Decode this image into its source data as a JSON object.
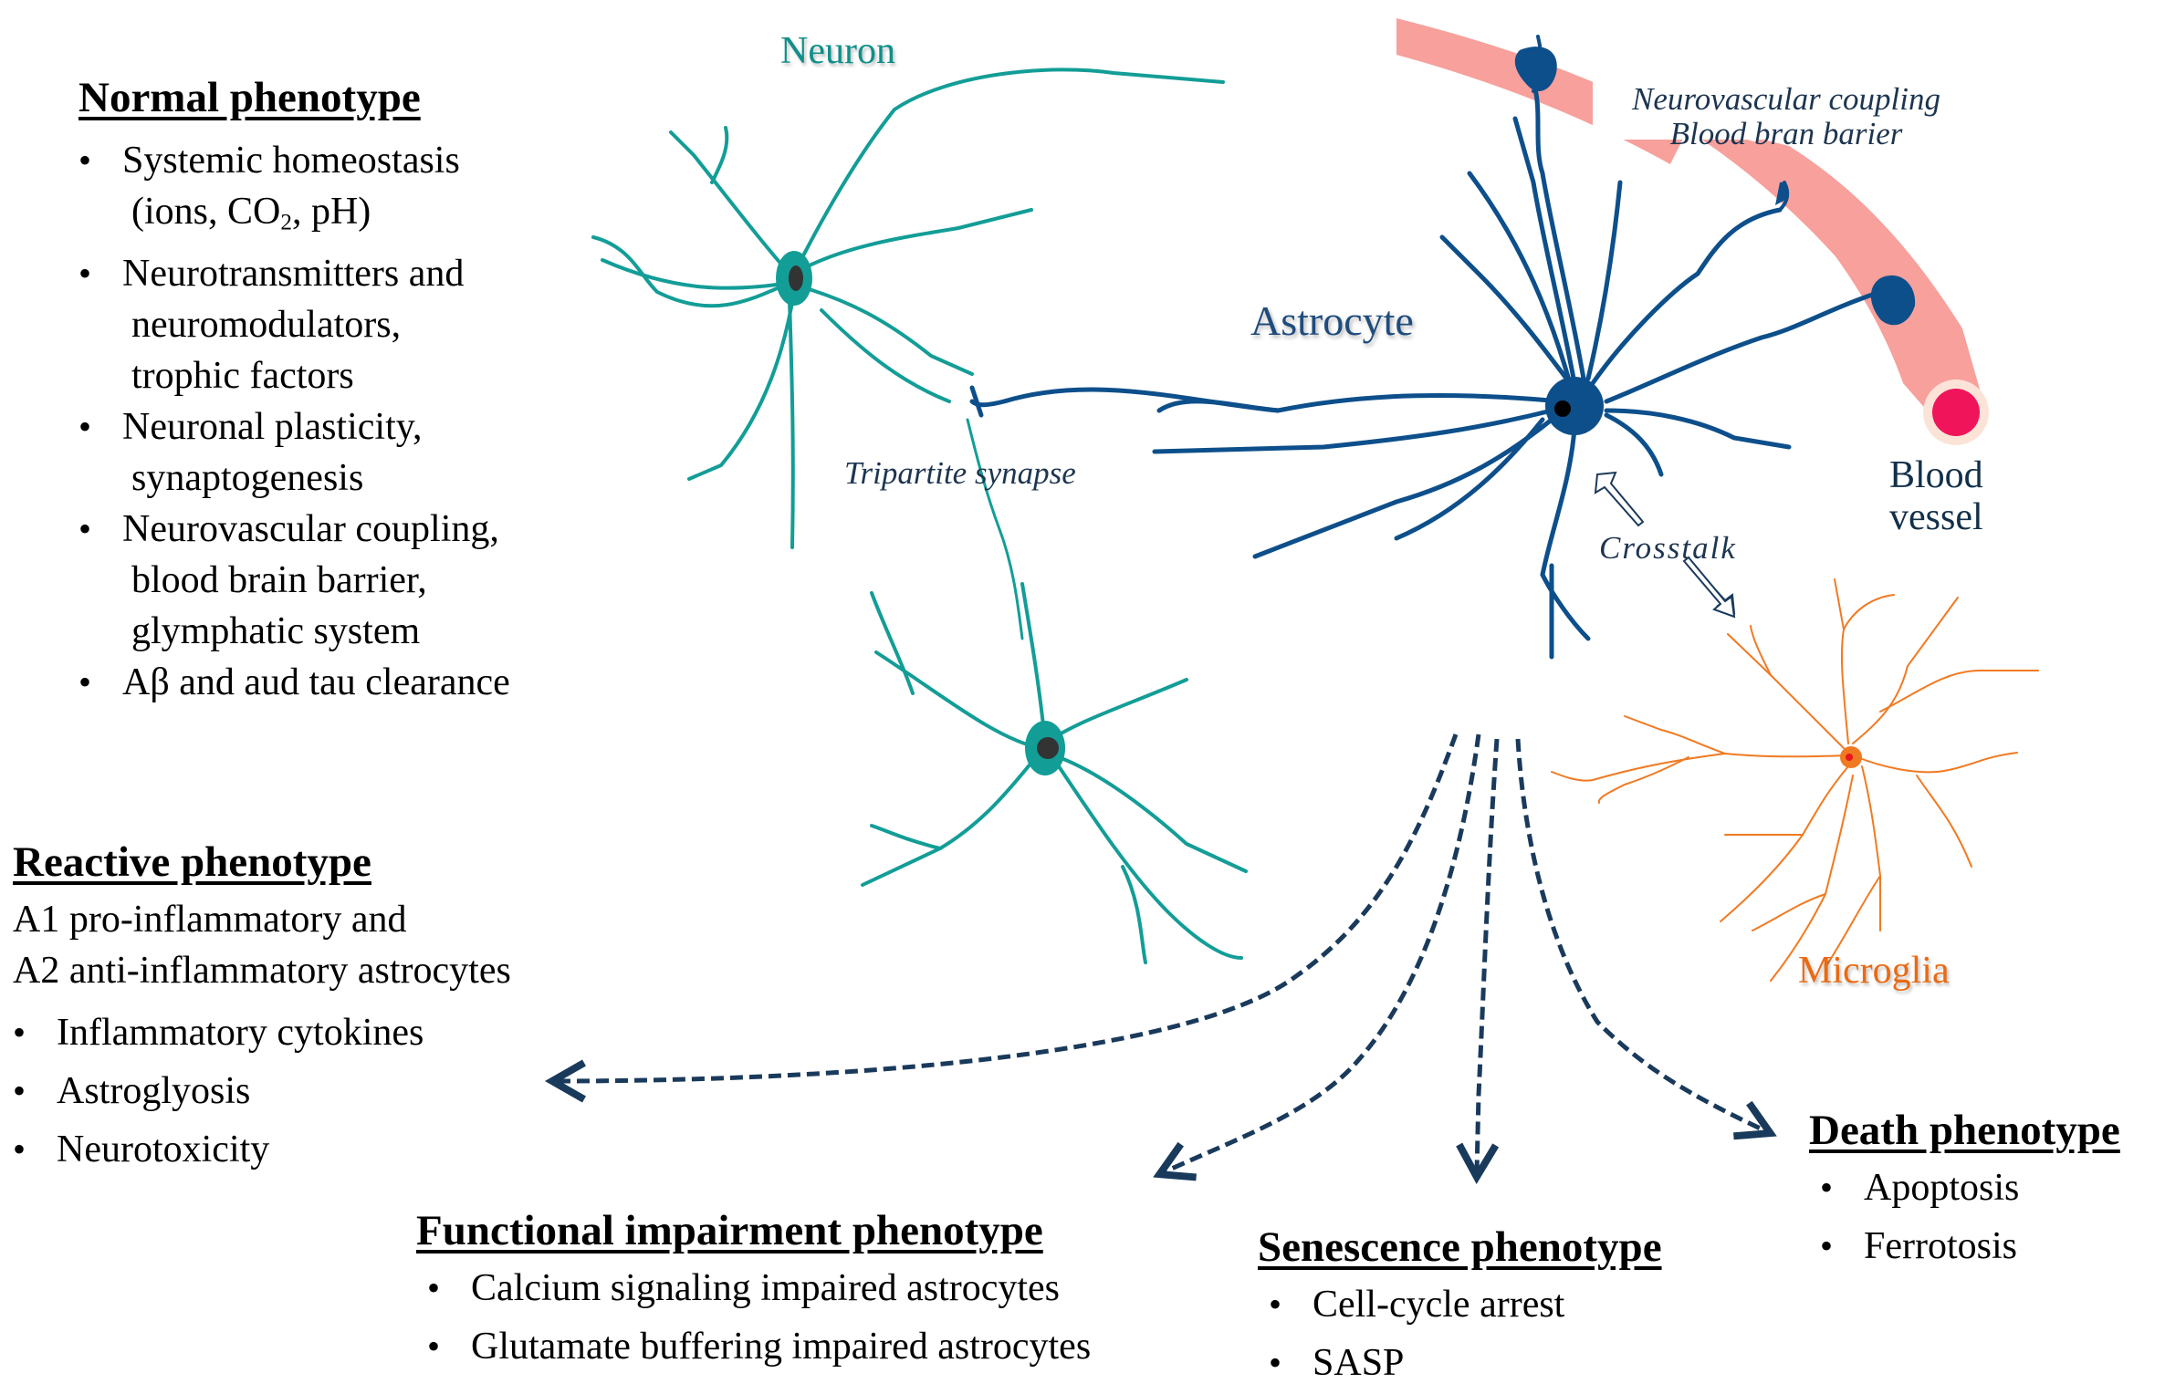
{
  "labels": {
    "neuron": "Neuron",
    "astrocyte": "Astrocyte",
    "microglia": "Microglia",
    "blood_vessel_line1": "Blood",
    "blood_vessel_line2": "vessel",
    "tripartite_synapse": "Tripartite synapse",
    "neurovascular_line1": "Neurovascular coupling",
    "neurovascular_line2": "Blood bran barier",
    "crosstalk": "Crosstalk"
  },
  "normal": {
    "title": "Normal phenotype",
    "items": [
      {
        "line1": "Systemic homeostasis",
        "line2_pre": "(ions, CO",
        "line2_sub": "2",
        "line2_post": ", pH)"
      },
      {
        "line1": "Neurotransmitters and",
        "line2": "neuromodulators,",
        "line3": "trophic factors"
      },
      {
        "line1": "Neuronal plasticity,",
        "line2": "synaptogenesis"
      },
      {
        "line1": "Neurovascular coupling,",
        "line2": "blood brain barrier,",
        "line3": "glymphatic system"
      },
      {
        "line1": "Aβ and aud tau clearance"
      }
    ]
  },
  "reactive": {
    "title": "Reactive phenotype",
    "subtitle_line1": "A1 pro-inflammatory and",
    "subtitle_line2": "A2 anti-inflammatory astrocytes",
    "items": [
      "Inflammatory cytokines",
      "Astroglyosis",
      "Neurotoxicity"
    ]
  },
  "functional": {
    "title": "Functional impairment phenotype",
    "items": [
      "Calcium signaling impaired astrocytes",
      "Glutamate buffering impaired astrocytes"
    ]
  },
  "senescence": {
    "title": "Senescence phenotype",
    "items": [
      "Cell-cycle arrest",
      "SASP"
    ]
  },
  "death": {
    "title": "Death phenotype",
    "items": [
      "Apoptosis",
      "Ferrotosis"
    ]
  },
  "colors": {
    "neuron": "#139d97",
    "astrocyte": "#0d4f8b",
    "microglia": "#f07a22",
    "vessel": "#f7a09c",
    "vessel_lumen": "#f0145a",
    "arrows": "#1a3a5c"
  },
  "icons": {
    "neuron_cell": "neuron-cell-drawing",
    "astrocyte_cell": "astrocyte-cell-drawing",
    "microglia_cell": "microglia-cell-drawing",
    "blood_vessel": "blood-vessel-drawing",
    "crosstalk_arrows": "double-headed-hollow-arrows"
  }
}
